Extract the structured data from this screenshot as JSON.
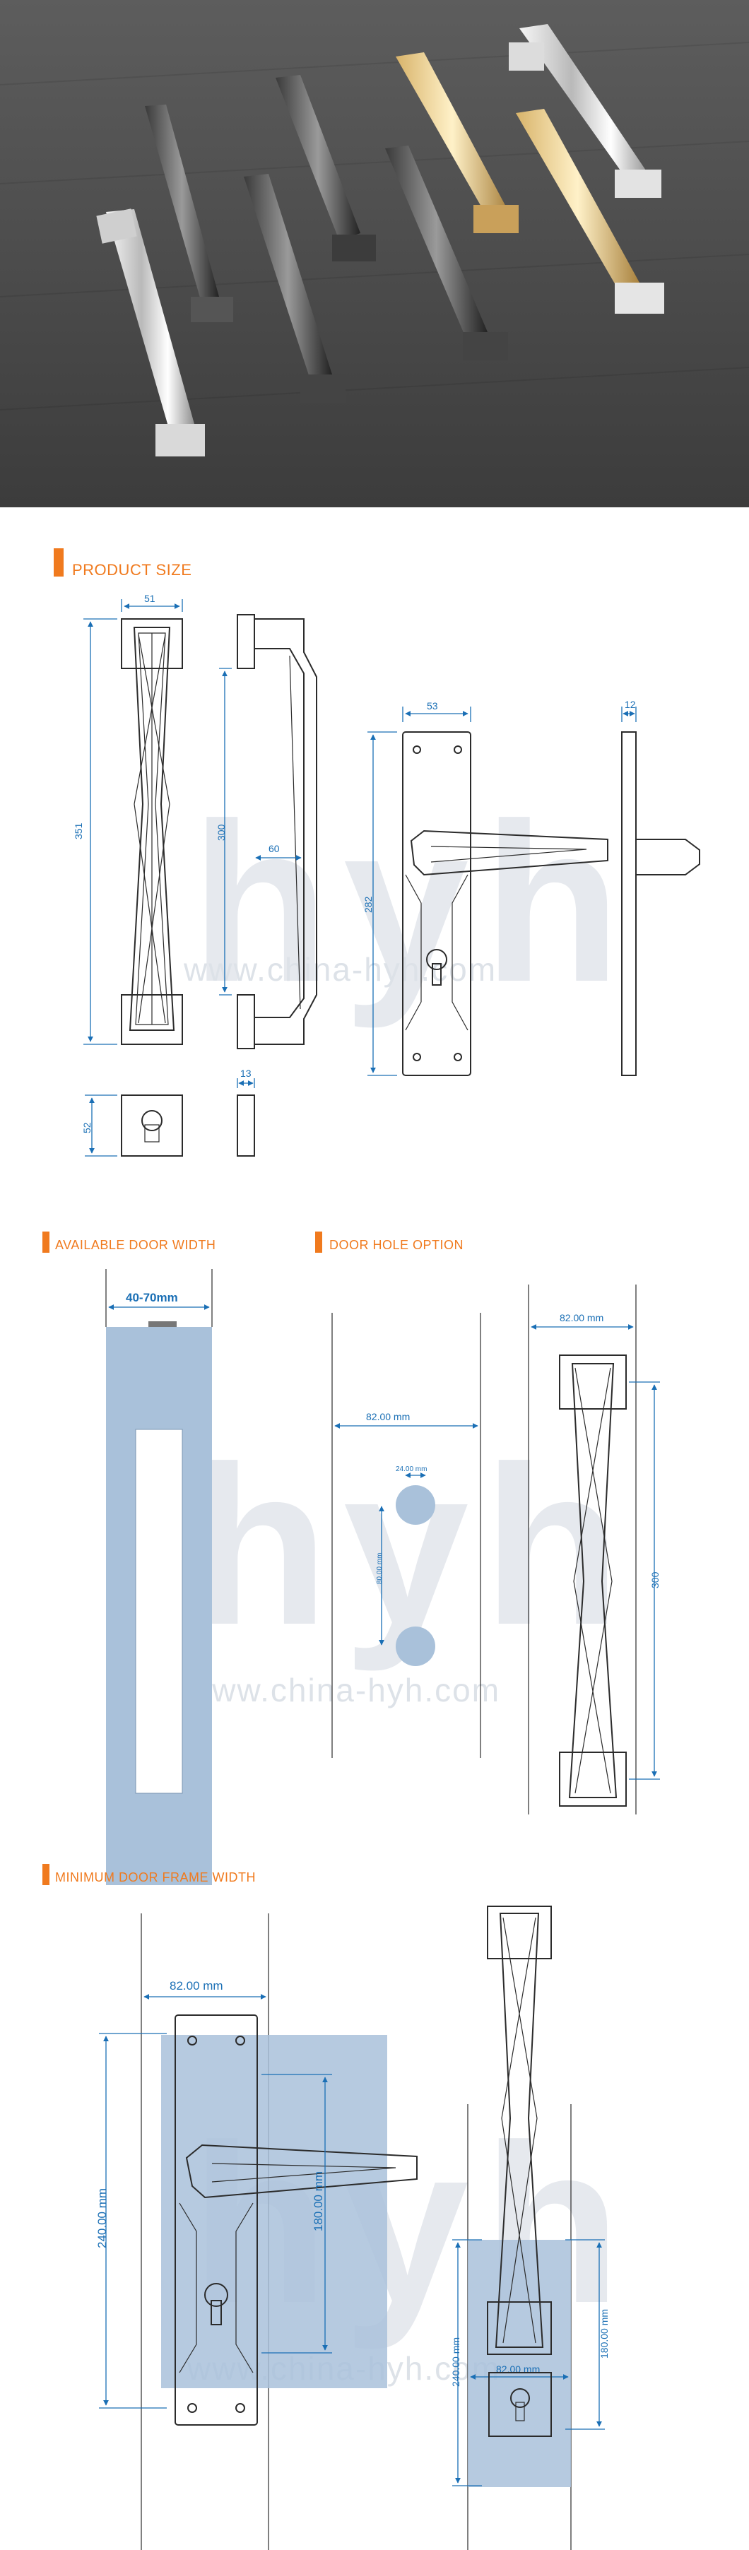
{
  "sections": {
    "product_size": "PRODUCT SIZE",
    "available_door_width": "AVAILABLE DOOR WIDTH",
    "door_hole_option": "DOOR HOLE OPTION",
    "minimum_door_frame_width": "MINIMUM DOOR FRAME WIDTH"
  },
  "watermark": {
    "logo": "hyh",
    "url": "www.china-hyh.com"
  },
  "dims": {
    "pull_width": "51",
    "pull_length": "351",
    "pull_inner": "300",
    "pull_depth": "60",
    "rose_size": "52",
    "rose_thick": "13",
    "plate_width": "53",
    "plate_length": "282",
    "plate_thick": "12",
    "door_width": "40-70mm",
    "hole_offset": "82.00 mm",
    "hole_diameter": "24.00 mm",
    "hole_spacing": "80.00 mm",
    "pull_offset": "82.00 mm",
    "pull_centers": "300",
    "frame_offset": "82.00 mm",
    "frame_plate_len": "240.00 mm",
    "frame_handle_h": "180.00 mm",
    "frame_offset_2": "82.00 mm",
    "frame_plate_len_2": "240.00 mm",
    "frame_handle_h_2": "180.00 mm"
  },
  "colors": {
    "accent": "#f07a1e",
    "dimension": "#1a6fb5",
    "door_fill": "#a9c1da"
  }
}
